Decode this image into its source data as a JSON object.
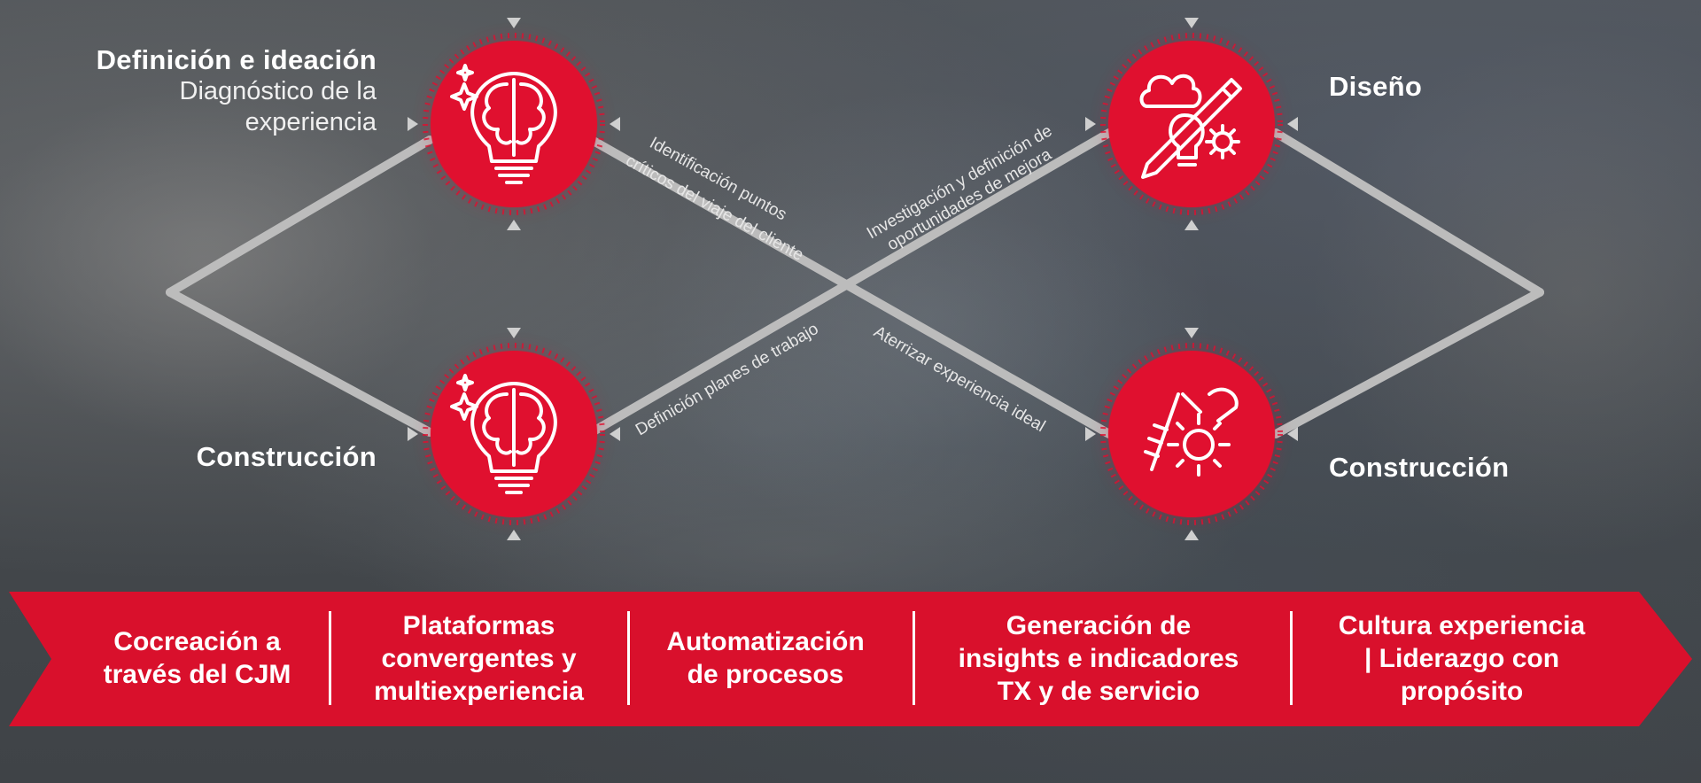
{
  "nodes": [
    {
      "id": "def",
      "title": "Definición e ideación",
      "subtitle_lines": [
        "Diagnóstico de la",
        "experiencia"
      ],
      "icon": "brain-bulb-icon"
    },
    {
      "id": "con-left",
      "title": "Construcción",
      "icon": "brain-bulb-icon"
    },
    {
      "id": "dis",
      "title": "Diseño",
      "icon": "design-pencil-gear-icon"
    },
    {
      "id": "con-right",
      "title": "Construcción",
      "icon": "tools-gear-icon"
    }
  ],
  "edges": [
    {
      "label_lines": [
        "Identificación puntos",
        "críticos del viaje del cliente"
      ]
    },
    {
      "label_lines": [
        "Investigación y definición de",
        "oportunidades de mejora"
      ]
    },
    {
      "label_lines": [
        "Definición planes de trabajo"
      ]
    },
    {
      "label_lines": [
        "Aterrizar experiencia ideal"
      ]
    }
  ],
  "banner": {
    "items": [
      {
        "lines": [
          "Cocreación a",
          "través del CJM"
        ]
      },
      {
        "lines": [
          "Plataformas",
          "convergentes y",
          "multiexperiencia"
        ]
      },
      {
        "lines": [
          "Automatización",
          "de procesos"
        ]
      },
      {
        "lines": [
          "Generación de",
          "insights e indicadores",
          "TX y de servicio"
        ]
      },
      {
        "lines": [
          "Cultura experiencia",
          "| Liderazgo con",
          "propósito"
        ]
      }
    ]
  },
  "colors": {
    "accent": "#e0102f",
    "line": "#bdbdbd",
    "banner": "#d9102c"
  }
}
